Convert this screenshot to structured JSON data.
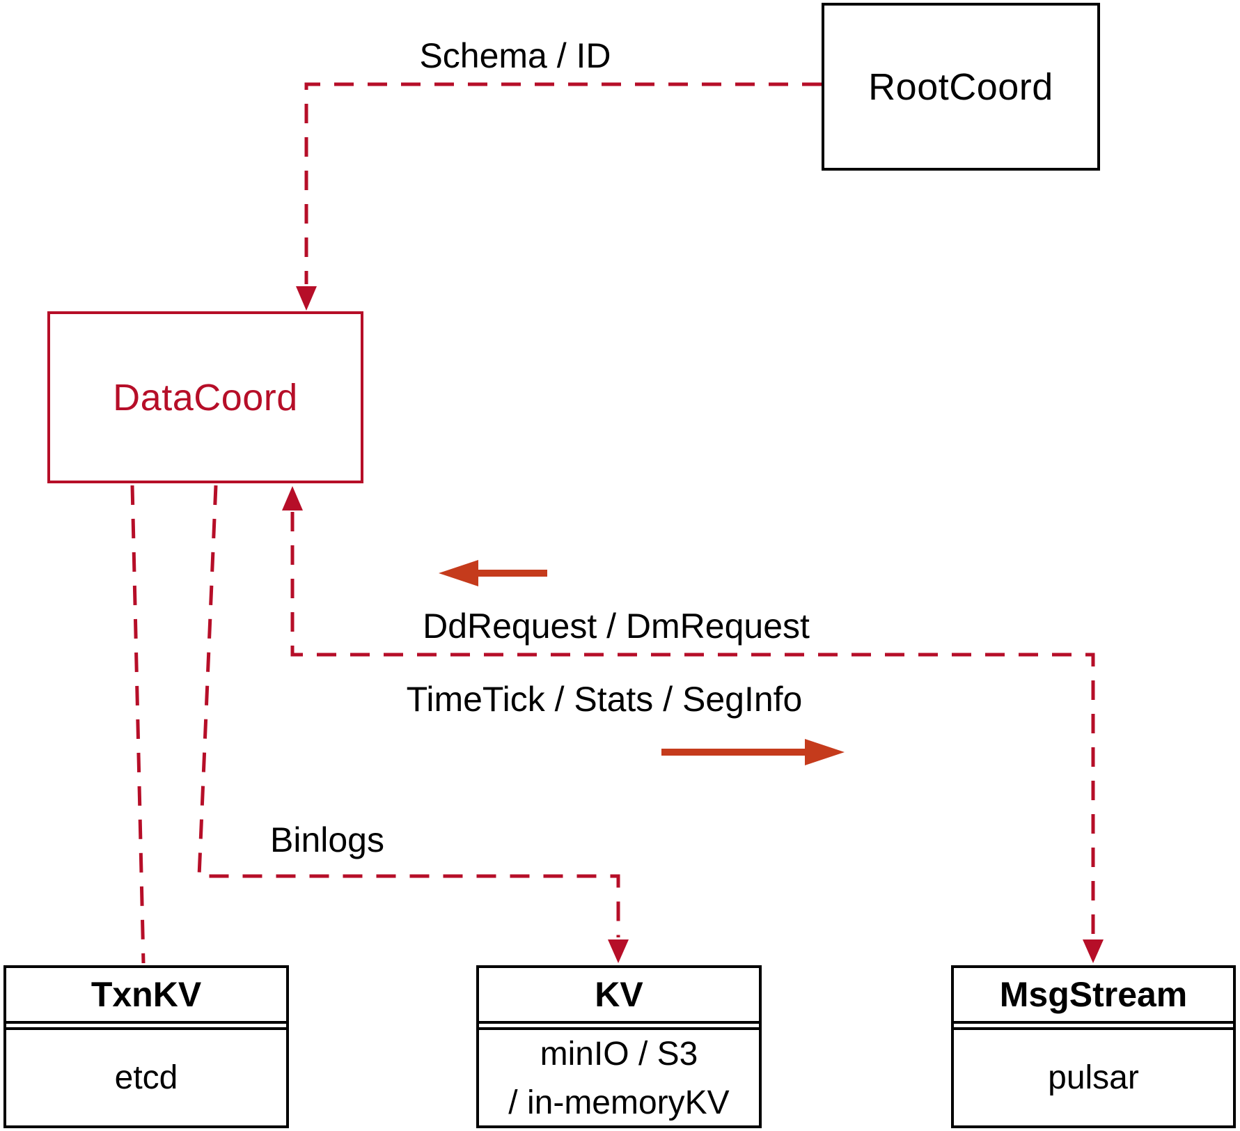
{
  "diagram": {
    "nodes": {
      "rootcoord": {
        "label": "RootCoord"
      },
      "datacoord": {
        "label": "DataCoord"
      },
      "txnkv": {
        "title": "TxnKV",
        "body": "etcd"
      },
      "kv": {
        "title": "KV",
        "body_line1": "minIO / S3",
        "body_line2": "/ in-memoryKV"
      },
      "msgstream": {
        "title": "MsgStream",
        "body": "pulsar"
      }
    },
    "edge_labels": {
      "schema_id": "Schema / ID",
      "dd_dm_request": "DdRequest / DmRequest",
      "timetick": "TimeTick / Stats / SegInfo",
      "binlogs": "Binlogs"
    },
    "colors": {
      "dashed_red": "#B60E28",
      "solid_arrow_red": "#C53B1C",
      "black": "#000000"
    }
  }
}
